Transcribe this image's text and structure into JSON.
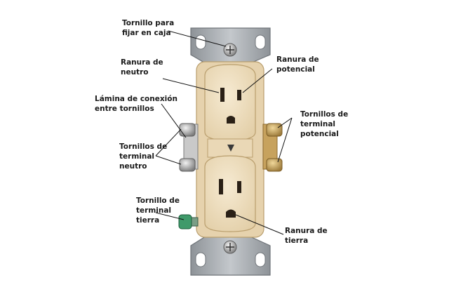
{
  "labels": {
    "tornillo_caja": {
      "line1": "Tornillo para",
      "line2": "fijar en caja"
    },
    "ranura_neutro": {
      "line1": "Ranura de",
      "line2": "neutro"
    },
    "ranura_potencial": {
      "line1": "Ranura de",
      "line2": "potencial"
    },
    "lamina_conexion": {
      "line1": "Lámina de conexión",
      "line2": "entre tornillos"
    },
    "tornillos_potencial": {
      "line1": "Tornillos de",
      "line2": "terminal",
      "line3": "potencial"
    },
    "tornillos_neutro": {
      "line1": "Tornillos de",
      "line2": "terminal",
      "line3": "neutro"
    },
    "tornillo_tierra": {
      "line1": "Tornillo de",
      "line2": "terminal",
      "line3": "tierra"
    },
    "ranura_tierra": {
      "line1": "Ranura de",
      "line2": "tierra"
    }
  },
  "colors": {
    "outlet_body": "#f1e0c0",
    "outlet_shade": "#d9c299",
    "strap_metal": "#a8adb2",
    "brass_screw": "#c9a35a",
    "silver_screw": "#b8b8b8",
    "ground_screw": "#3f9a6a",
    "slot": "#2a2016"
  }
}
